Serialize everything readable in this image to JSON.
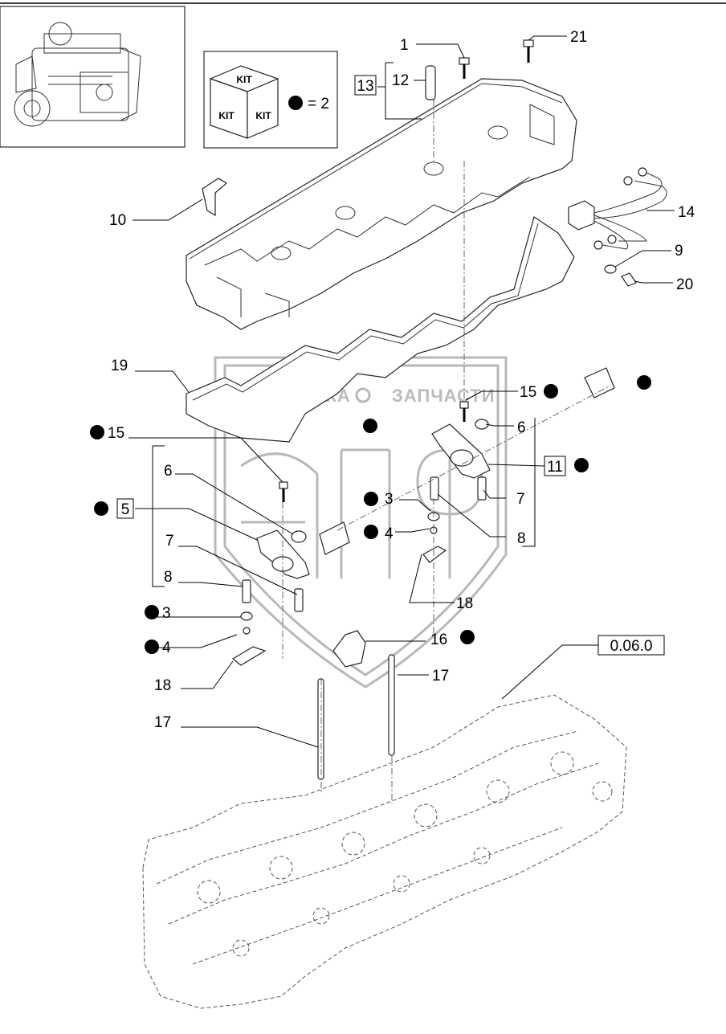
{
  "kit": {
    "top_label": "KIT",
    "left_label": "KIT",
    "right_label": "KIT",
    "equals_text": "= 2"
  },
  "watermark": {
    "left_text": "ТЕХНИКА",
    "right_text": "ЗАПЧАСТИ"
  },
  "reference_box": "0.06.0",
  "callouts": {
    "c1": "1",
    "c21": "21",
    "c12": "12",
    "c13": "13",
    "c10": "10",
    "c14": "14",
    "c9": "9",
    "c20": "20",
    "c19": "19",
    "c15a": "15",
    "c15b": "15",
    "c6a": "6",
    "c6b": "6",
    "c11": "11",
    "c5": "5",
    "c3a": "3",
    "c3b": "3",
    "c7a": "7",
    "c7b": "7",
    "c4a": "4",
    "c4b": "4",
    "c8a": "8",
    "c8b": "8",
    "c18a": "18",
    "c18b": "18",
    "c16": "16",
    "c17a": "17",
    "c17b": "17"
  },
  "colors": {
    "line": "#000000",
    "watermark": "#b8b8b8",
    "background": "#ffffff"
  }
}
